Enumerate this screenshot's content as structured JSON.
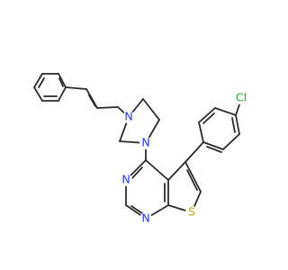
{
  "structure": {
    "atoms": {
      "chlorine": {
        "label": "Cl",
        "color": "#22aa22"
      },
      "piperazine_n_upper": {
        "label": "N",
        "color": "#2233ff"
      },
      "piperazine_n_lower": {
        "label": "N",
        "color": "#2233ff"
      },
      "pyrimidine_n_left": {
        "label": "N",
        "color": "#2233ff"
      },
      "pyrimidine_n_bottom": {
        "label": "N",
        "color": "#2233ff"
      },
      "thiophene_s": {
        "label": "S",
        "color": "#bbaa00"
      }
    },
    "bond_color": "#2b2b2b",
    "background_color": "#ffffff"
  }
}
